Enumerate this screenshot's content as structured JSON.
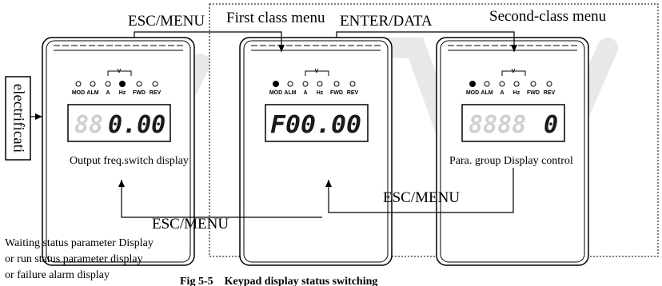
{
  "labels": {
    "esc_menu": "ESC/MENU",
    "first_class_menu": "First class menu",
    "enter_data": "ENTER/DATA",
    "second_class_menu": "Second-class menu",
    "power_on": "electrificati"
  },
  "keypads": [
    {
      "display": "0.00",
      "caption": "Output freq.switch display",
      "lit_led": "Hz"
    },
    {
      "display": "F00.00",
      "caption": "",
      "lit_led": "MOD"
    },
    {
      "display": "0",
      "caption": "Para. group Display control",
      "lit_led": "MOD"
    }
  ],
  "led_labels": [
    "MOD",
    "ALM",
    "A",
    "Hz",
    "FWD",
    "REV"
  ],
  "v_label": "V",
  "note": {
    "line1": "Waiting status parameter Display",
    "line2": "or run status parameter display",
    "line3": "or failure alarm display"
  },
  "figure_caption": "Fig 5-5    Keypad display status switching"
}
